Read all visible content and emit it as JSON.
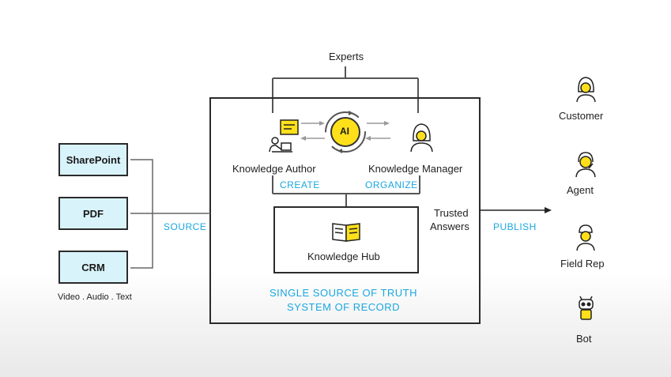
{
  "experts_label": "Experts",
  "sources": [
    {
      "label": "SharePoint"
    },
    {
      "label": "PDF"
    },
    {
      "label": "CRM"
    }
  ],
  "sources_caption": "Video . Audio . Text",
  "source_edge_label": "SOURCE",
  "author_label": "Knowledge Author",
  "manager_label": "Knowledge Manager",
  "ai_label": "AI",
  "create_label": "CREATE",
  "organize_label": "ORGANIZE",
  "hub_label": "Knowledge Hub",
  "trusted_answers": [
    "Trusted",
    "Answers"
  ],
  "publish_label": "PUBLISH",
  "truth_lines": [
    "SINGLE SOURCE OF TRUTH",
    "SYSTEM OF RECORD"
  ],
  "audiences": [
    {
      "label": "Customer",
      "icon": "customer-icon"
    },
    {
      "label": "Agent",
      "icon": "headset-agent-icon"
    },
    {
      "label": "Field Rep",
      "icon": "field-rep-icon"
    },
    {
      "label": "Bot",
      "icon": "bot-icon"
    }
  ],
  "colors": {
    "accent_blue": "#1aa7e0",
    "source_fill": "#d9f3fa",
    "ai_yellow": "#ffe01a",
    "stroke": "#2b2b2b"
  }
}
